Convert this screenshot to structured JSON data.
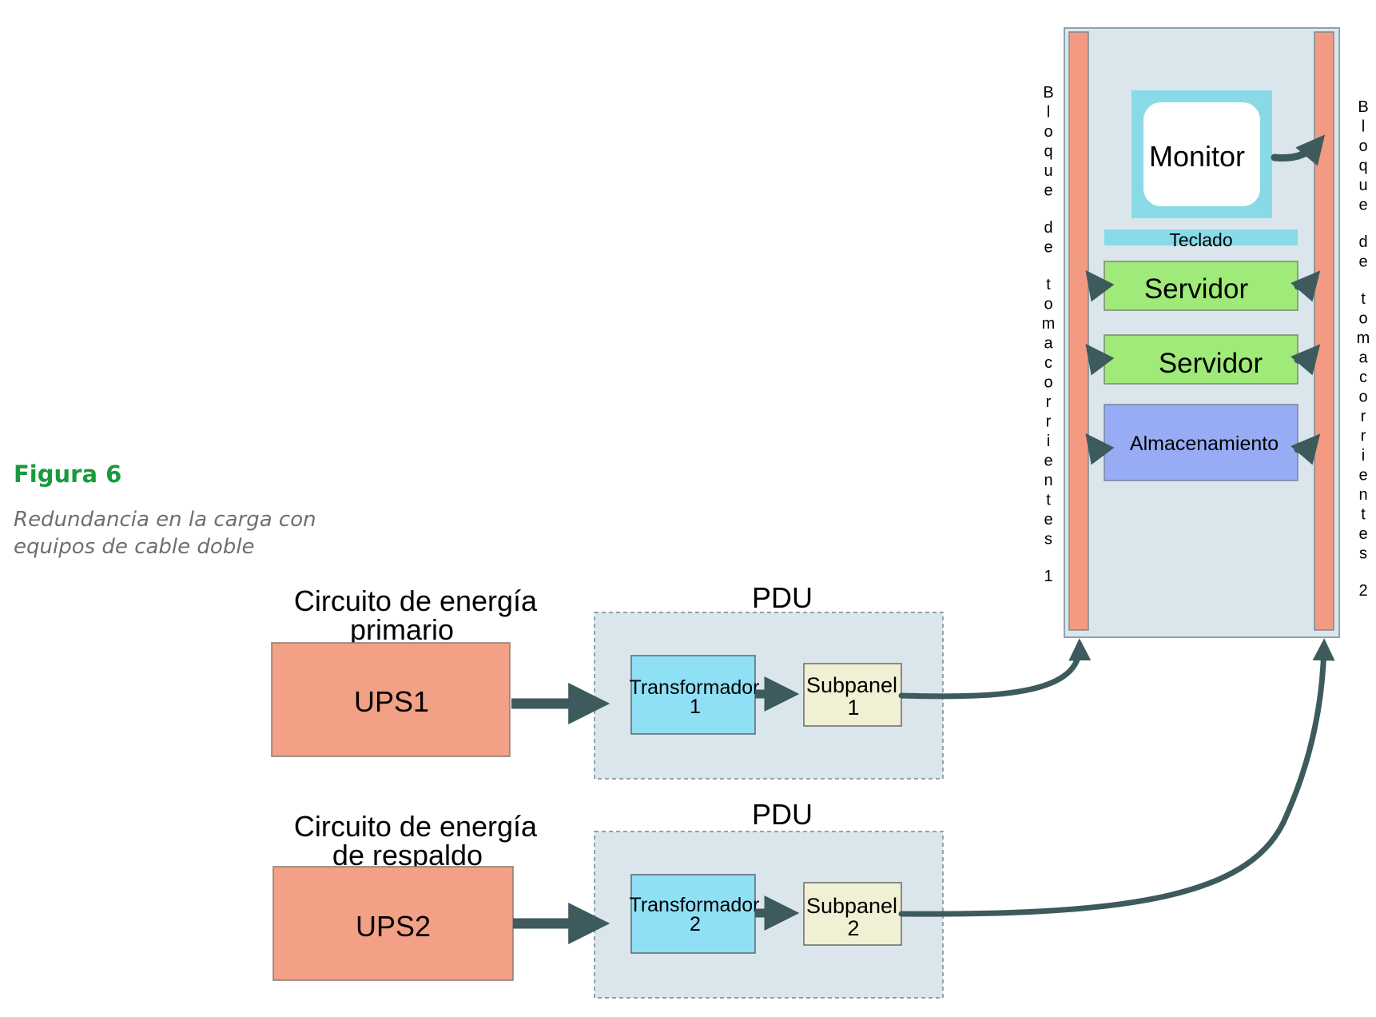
{
  "caption": {
    "label": "Figura 6",
    "text": "Redundancia en la carga con equipos de cable doble"
  },
  "diagram": {
    "primary_circuit": {
      "title_line1": "Circuito de energía",
      "title_line2": "primario",
      "ups": "UPS1",
      "pdu_label": "PDU",
      "transformer_line1": "Transformador",
      "transformer_line2": "1",
      "subpanel_line1": "Subpanel",
      "subpanel_line2": "1"
    },
    "backup_circuit": {
      "title_line1": "Circuito de energía",
      "title_line2": "de respaldo",
      "ups": "UPS2",
      "pdu_label": "PDU",
      "transformer_line1": "Transformador",
      "transformer_line2": "2",
      "subpanel_line1": "Subpanel",
      "subpanel_line2": "2"
    },
    "rack": {
      "monitor": "Monitor",
      "keyboard": "Teclado",
      "server_1": "Servidor",
      "server_2": "Servidor",
      "storage": "Almacenamiento",
      "power_strip_1": "Bloque de tomacorrientes 1",
      "power_strip_2": "Bloque de tomacorrientes 2"
    }
  },
  "colors": {
    "ups_fill": "#f2a086",
    "pdu_fill": "#dbe6ec",
    "transformer_fill": "#8fdff5",
    "subpanel_fill": "#f0f0d4",
    "server_fill": "#9fea78",
    "storage_fill": "#97acf5",
    "monitor_frame": "#88dbe6",
    "power_strip": "#f29a82",
    "arrow": "#3d5a5c",
    "caption_title": "#1a9a3c",
    "caption_text": "#6f6f6f"
  }
}
